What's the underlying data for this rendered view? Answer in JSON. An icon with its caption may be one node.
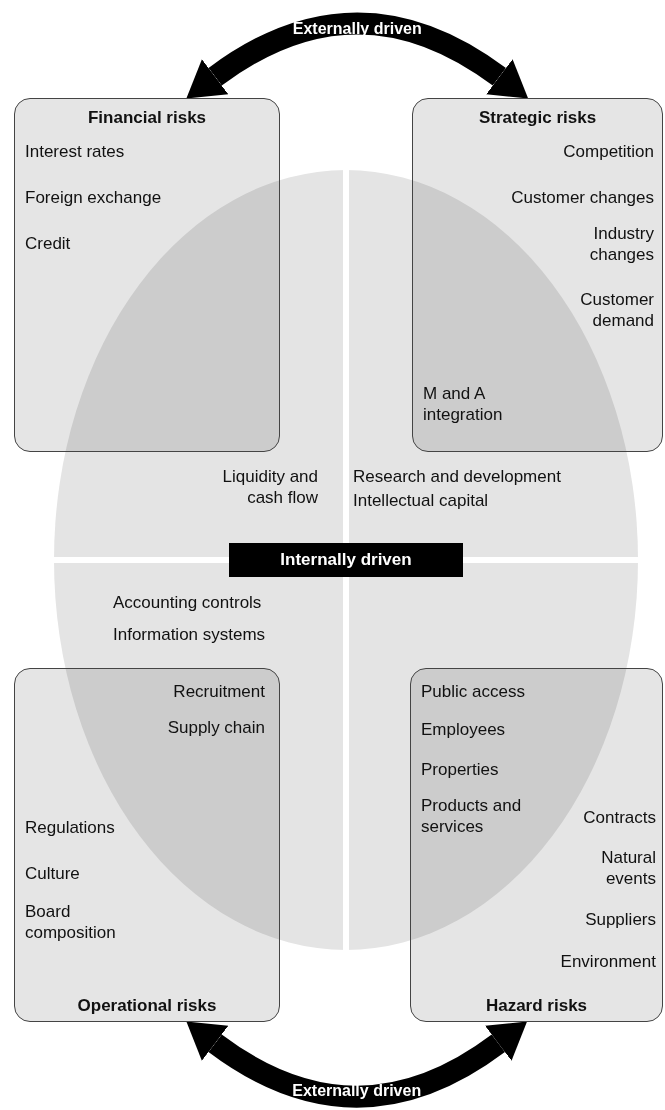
{
  "diagram": {
    "nodes": [
      {
        "text": [
          "Financial risks",
          "Interest rates",
          "Foreign exchange",
          "Credit"
        ]
      },
      {
        "text": [
          "Strategic risks",
          "Competition",
          "Customer changes",
          "Industry changes",
          "Customer demand",
          "M and A integration"
        ]
      },
      {
        "text": [
          "Recruitment",
          "Supply chain",
          "Regulations",
          "Culture",
          "Board composition",
          "Operational risks"
        ]
      },
      {
        "text": [
          "Public access",
          "Employees",
          "Properties",
          "Products and services",
          "Contracts",
          "Natural events",
          "Suppliers",
          "Environment",
          "Hazard risks"
        ]
      },
      {
        "text": [
          "Internally driven"
        ]
      }
    ],
    "edges": [
      {
        "from": 0,
        "to": 1,
        "arrow": "both",
        "label": "Externally driven"
      },
      {
        "from": 2,
        "to": 3,
        "arrow": "both",
        "label": "Externally driven"
      }
    ],
    "labels": [
      "Liquidity and cash flow",
      "Research and development",
      "Intellectual capital",
      "Accounting controls",
      "Information systems"
    ]
  }
}
